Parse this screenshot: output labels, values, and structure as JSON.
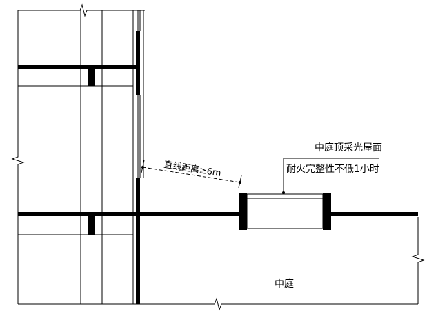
{
  "annotations": {
    "skylight_title": "中庭顶采光屋面",
    "skylight_rating": "耐火完整性不低1小时",
    "distance_label": "直线距离≥6m",
    "atrium_label": "中庭"
  }
}
